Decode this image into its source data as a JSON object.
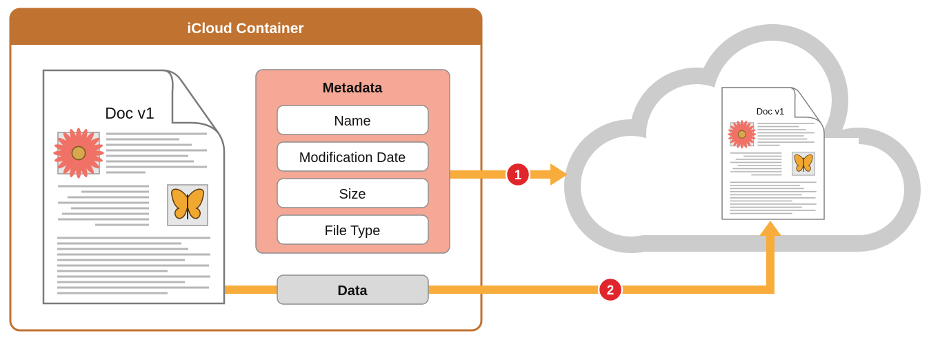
{
  "container": {
    "title": "iCloud Container"
  },
  "document": {
    "label": "Doc v1"
  },
  "metadata": {
    "title": "Metadata",
    "fields": [
      "Name",
      "Modification Date",
      "Size",
      "File Type"
    ]
  },
  "data_box": {
    "label": "Data"
  },
  "steps": [
    "1",
    "2"
  ],
  "cloud_document": {
    "label": "Doc v1"
  },
  "colors": {
    "container": "#c07230",
    "metadata": "#f4a895",
    "data": "#d9d9d9",
    "arrow": "#f8ac3c",
    "badge": "#e0252b",
    "cloud": "#cccccc"
  },
  "icons": [
    "flower-image-icon",
    "butterfly-image-icon",
    "cloud-icon"
  ]
}
